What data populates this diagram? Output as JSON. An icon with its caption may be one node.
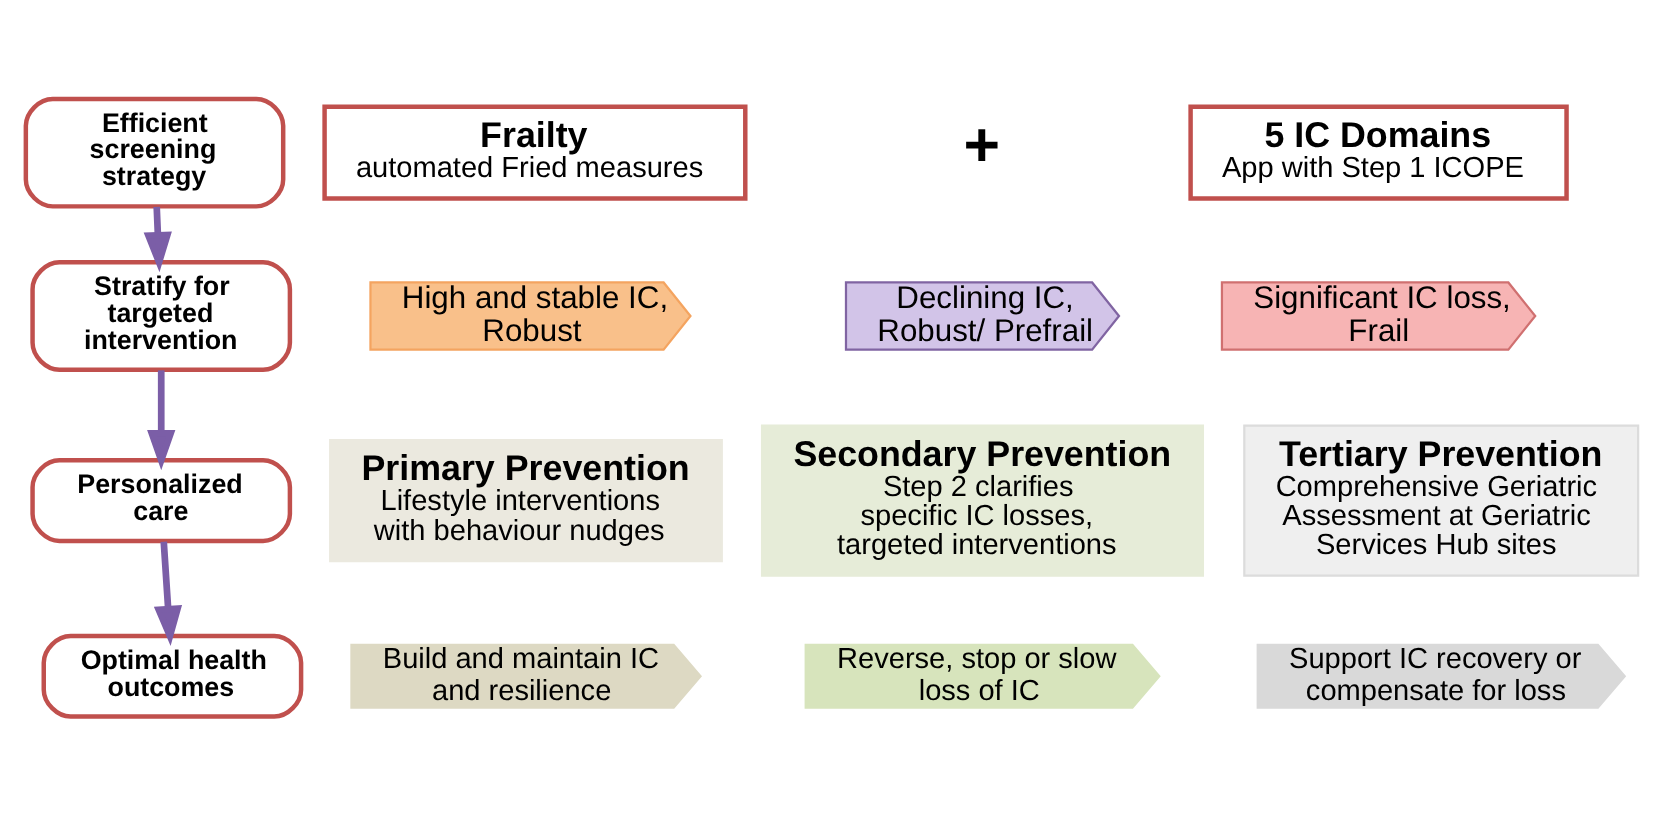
{
  "diagram": {
    "nodes": [
      {
        "text": [
          "Efficient screening strategy"
        ]
      },
      {
        "text": [
          "Frailty",
          "automated Fried measures"
        ]
      },
      {
        "text": [
          "5 IC Domains",
          "App with Step 1 ICOPE"
        ]
      },
      {
        "text": [
          "Stratify for targeted intervention"
        ]
      },
      {
        "text": [
          "High and stable IC, Robust"
        ]
      },
      {
        "text": [
          "Declining IC, Robust/ Prefrail"
        ]
      },
      {
        "text": [
          "Significant IC loss, Frail"
        ]
      },
      {
        "text": [
          "Personalized care"
        ]
      },
      {
        "text": [
          "Primary Prevention",
          "Lifestyle interventions with behaviour nudges"
        ]
      },
      {
        "text": [
          "Secondary Prevention",
          "Step 2 clarifies specific IC losses, targeted interventions"
        ]
      },
      {
        "text": [
          "Tertiary Prevention",
          "Comprehensive Geriatric Assessment at Geriatric Services Hub sites"
        ]
      },
      {
        "text": [
          "Optimal health outcomes"
        ]
      },
      {
        "text": [
          "Build and maintain IC and resilience"
        ]
      },
      {
        "text": [
          "Reverse, stop or slow loss of IC"
        ]
      },
      {
        "text": [
          "Support IC recovery or compensate for loss"
        ]
      }
    ],
    "edges": [
      {
        "from": 0,
        "to": 3,
        "arrow": "to"
      },
      {
        "from": 3,
        "to": 7,
        "arrow": "to"
      },
      {
        "from": 7,
        "to": 11,
        "arrow": "to"
      }
    ],
    "labels": [
      "+"
    ]
  }
}
